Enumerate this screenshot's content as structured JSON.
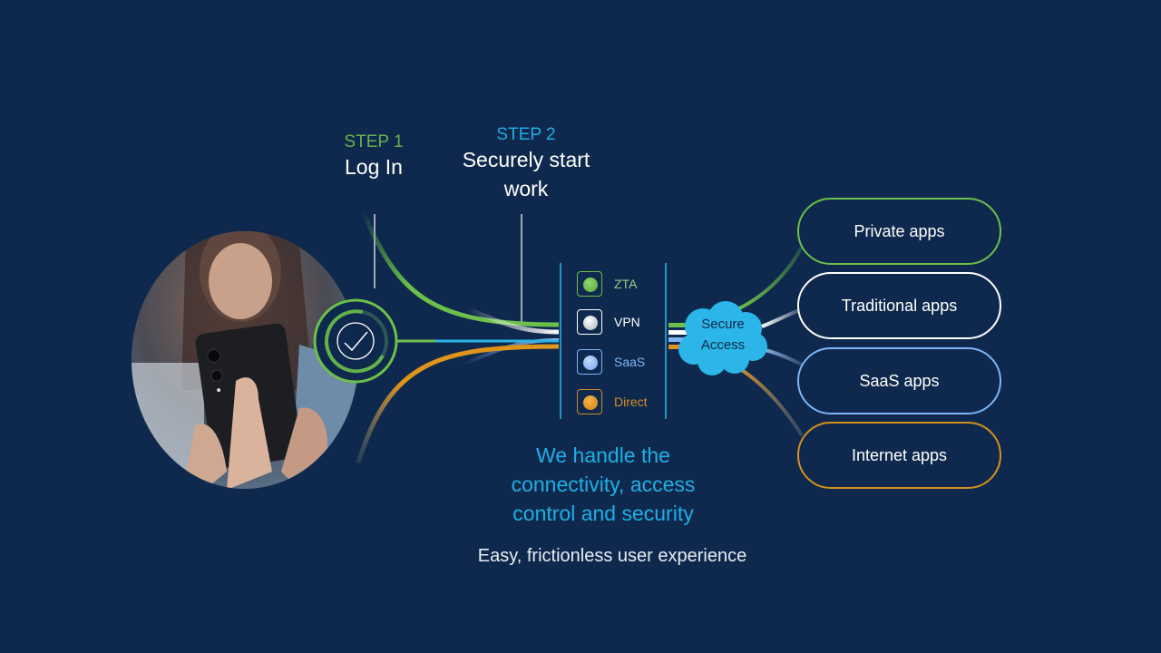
{
  "steps": [
    {
      "label": "STEP 1",
      "title_lines": [
        "Log In"
      ],
      "color": "#6ab04c"
    },
    {
      "label": "STEP 2",
      "title_lines": [
        "Securely start",
        "work"
      ],
      "color": "#1cb0e6"
    }
  ],
  "user_photo": {
    "alt": "Woman smiling while using a smartphone"
  },
  "login_badge": {
    "icon": "check-circle-icon",
    "color": "#6cc04a"
  },
  "connection_types": [
    {
      "label": "ZTA",
      "color": "#6cc04a",
      "text_color": "#9cc98a"
    },
    {
      "label": "VPN",
      "color": "#ffffff",
      "text_color": "#ffffff"
    },
    {
      "label": "SaaS",
      "color": "#7fb5f5",
      "text_color": "#7fb5f5"
    },
    {
      "label": "Direct",
      "color": "#e0951a",
      "text_color": "#d68d2a"
    }
  ],
  "hub": {
    "lines": [
      "Secure",
      "Access"
    ],
    "color": "#2cb5e8"
  },
  "apps": [
    {
      "label": "Private apps",
      "color": "#6cc04a"
    },
    {
      "label": "Traditional apps",
      "color": "#ffffff"
    },
    {
      "label": "SaaS apps",
      "color": "#7fb5f5"
    },
    {
      "label": "Internet apps",
      "color": "#d4911f"
    }
  ],
  "message": {
    "headline_lines": [
      "We handle the",
      "connectivity, access",
      "control and security"
    ],
    "tagline": "Easy, frictionless user experience"
  }
}
